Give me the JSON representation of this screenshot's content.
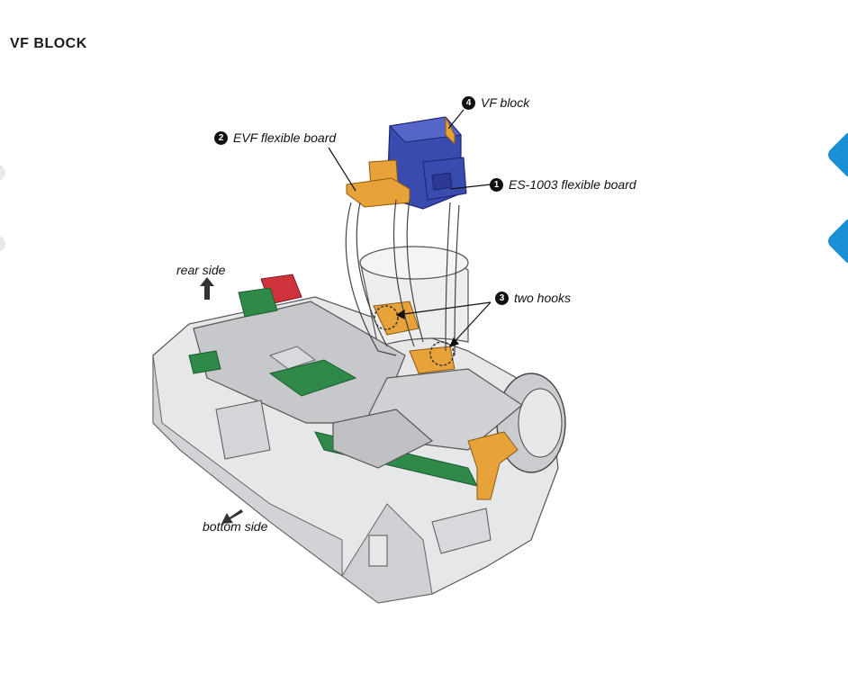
{
  "page": {
    "title": "VF  BLOCK"
  },
  "callouts": [
    {
      "num": "4",
      "text": "VF block"
    },
    {
      "num": "2",
      "text": "EVF flexible board"
    },
    {
      "num": "1",
      "text": "ES-1003 flexible board"
    },
    {
      "num": "3",
      "text": "two hooks"
    }
  ],
  "directions": {
    "rear": "rear side",
    "bottom": "bottom side"
  },
  "colors": {
    "vf_block": "#3a4bb0",
    "flex_board": "#e8a23a",
    "pcb_green": "#2f8a4a",
    "red_part": "#d0323a",
    "body_gray": "#d9dadc",
    "nav_accent": "#1a8fd6"
  },
  "icons": {
    "nav_prev": "chevron-icon",
    "nav_next": "chevron-icon"
  }
}
